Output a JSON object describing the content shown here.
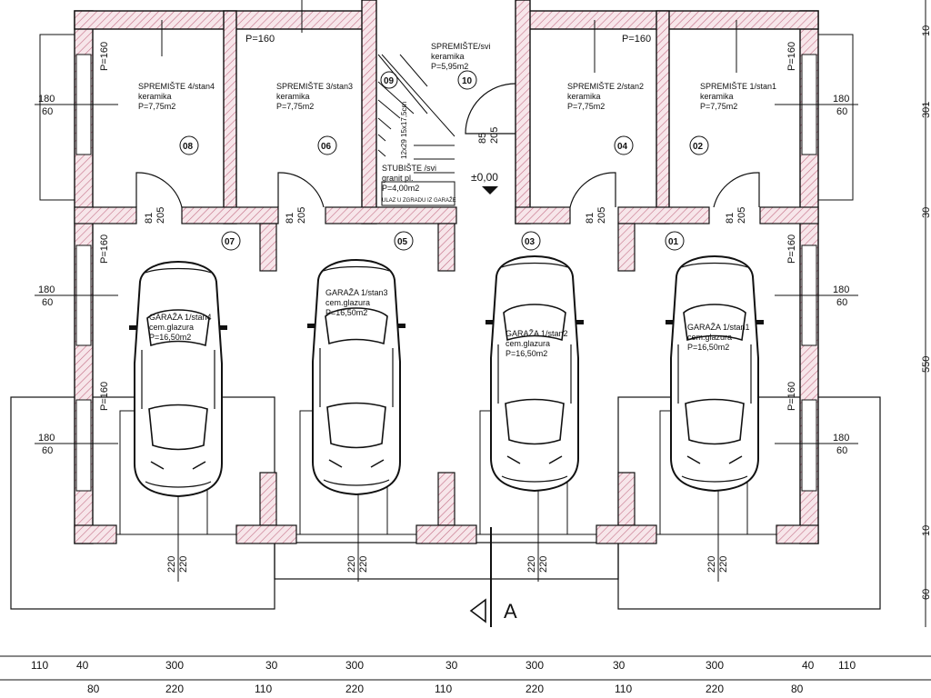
{
  "plan": {
    "storage_rooms": [
      {
        "name": "SPREMIŠTE 4/stan4",
        "floor": "keramika",
        "area": "P=7,75m2",
        "number": "08"
      },
      {
        "name": "SPREMIŠTE 3/stan3",
        "floor": "keramika",
        "area": "P=7,75m2",
        "number": "06"
      },
      {
        "name": "SPREMIŠTE 2/stan2",
        "floor": "keramika",
        "area": "P=7,75m2",
        "number": "04"
      },
      {
        "name": "SPREMIŠTE 1/stan1",
        "floor": "keramika",
        "area": "P=7,75m2",
        "number": "02"
      }
    ],
    "common_storage": {
      "name": "SPREMIŠTE/svi",
      "floor": "keramika",
      "area": "P=5,95m2",
      "number": "10"
    },
    "stair": {
      "name": "STUBIŠTE /svi",
      "floor": "granit pl.",
      "area": "P=4,00m2",
      "note": "ULAZ U ZGRADU IZ GARAŽE",
      "number": "09",
      "steps": "12x29 15x17,5cm"
    },
    "garages": [
      {
        "name": "GARAŽA 1/stan4",
        "floor": "cem.glazura",
        "area": "P=16,50m2",
        "number": "07"
      },
      {
        "name": "GARAŽA 1/stan3",
        "floor": "cem.glazura",
        "area": "P=16,50m2",
        "number": "05"
      },
      {
        "name": "GARAŽA 1/stan2",
        "floor": "cem.glazura",
        "area": "P=16,50m2",
        "number": "03"
      },
      {
        "name": "GARAŽA 1/stan1",
        "floor": "cem.glazura",
        "area": "P=16,50m2",
        "number": "01"
      }
    ],
    "level_mark": "±0,00",
    "section_mark": "A",
    "parapet": "P=160",
    "window_top": "180",
    "window_bottom": "60",
    "door_width_small": "81",
    "door_height_small": "205",
    "door_width_entry": "85",
    "door_height_entry": "205",
    "garage_door_top": "220",
    "garage_door_bottom": "220",
    "dims_row1": [
      "110",
      "40",
      "300",
      "30",
      "300",
      "30",
      "300",
      "30",
      "300",
      "40",
      "110"
    ],
    "dims_row2": [
      "80",
      "220",
      "110",
      "220",
      "110",
      "220",
      "110",
      "220",
      "80"
    ],
    "right_dims": [
      "10",
      "301",
      "30",
      "550",
      "10",
      "60"
    ]
  }
}
